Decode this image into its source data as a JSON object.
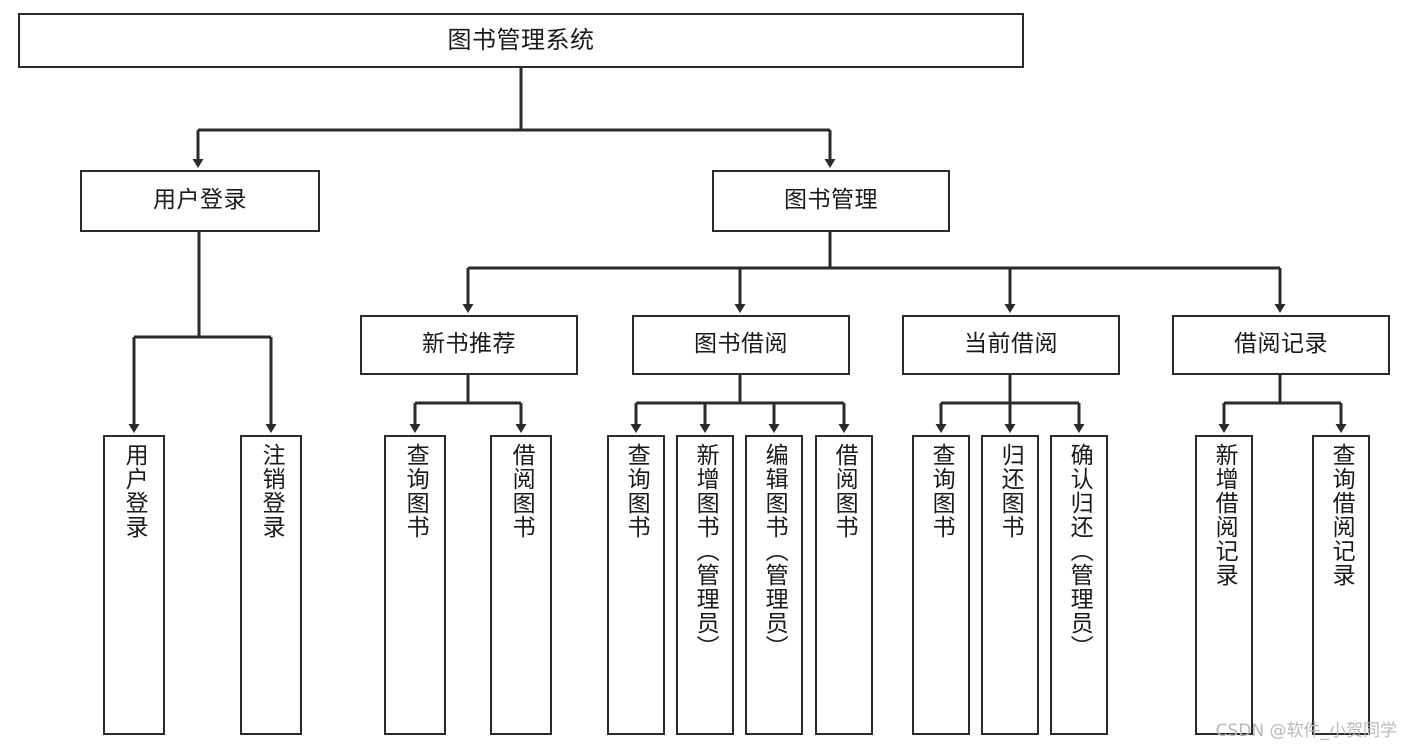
{
  "diagram": {
    "title": "图书管理系统",
    "type": "tree-hierarchy",
    "watermark": "CSDN @软件_小贺同学",
    "colors": {
      "stroke": "#2b2b2b",
      "fill": "#ffffff",
      "text": "#1a1a1a",
      "watermark": "#b9b9b9"
    },
    "nodes": {
      "root": "图书管理系统",
      "level2": {
        "user_login": "用户登录",
        "book_manage": "图书管理"
      },
      "level3": {
        "new_book_recommend": "新书推荐",
        "book_borrow": "图书借阅",
        "current_borrow": "当前借阅",
        "borrow_record": "借阅记录"
      },
      "leaves": {
        "user_login_1": "用户登录",
        "user_login_2": "注销登录",
        "recommend_1": "查询图书",
        "recommend_2": "借阅图书",
        "borrow_1": "查询图书",
        "borrow_2": "新增图书（管理员）",
        "borrow_3": "编辑图书（管理员）",
        "borrow_4": "借阅图书",
        "current_1": "查询图书",
        "current_2": "归还图书",
        "current_3": "确认归还（管理员）",
        "record_1": "新增借阅记录",
        "record_2": "查询借阅记录"
      }
    }
  }
}
